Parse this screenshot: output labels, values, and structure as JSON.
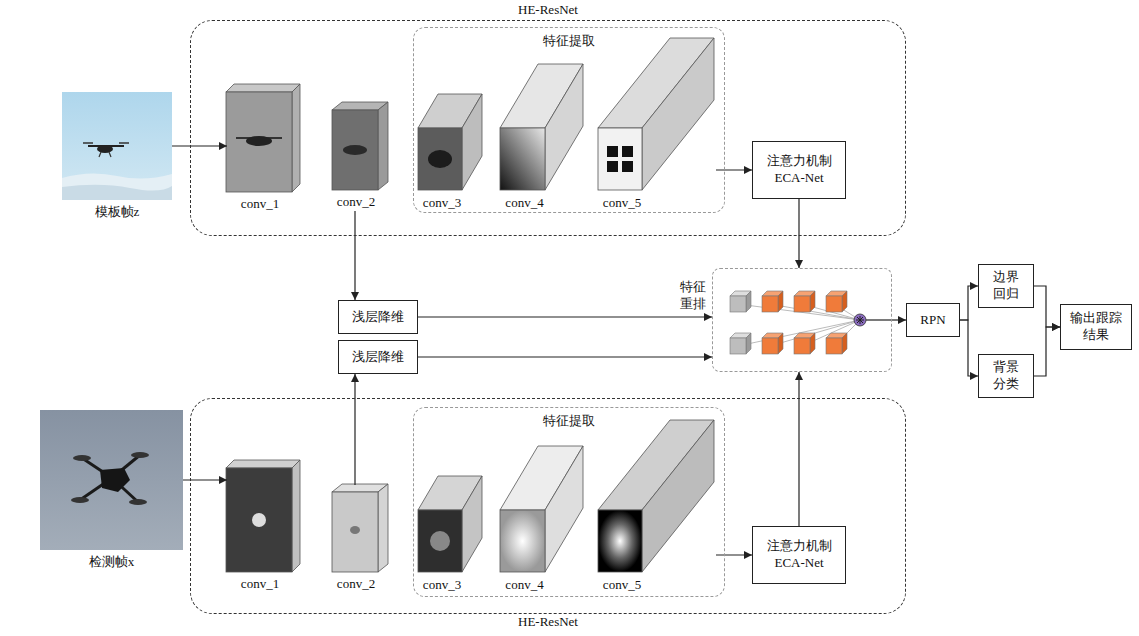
{
  "diagram": {
    "nodes": [
      {
        "text": [
          "模板帧z"
        ]
      },
      {
        "text": [
          "HE-ResNet"
        ]
      },
      {
        "text": [
          "conv_1"
        ],
        "in": 1
      },
      {
        "text": [
          "conv_2"
        ],
        "in": 1
      },
      {
        "text": [
          "特征提取"
        ],
        "in": 1
      },
      {
        "text": [
          "conv_3"
        ],
        "in": 4
      },
      {
        "text": [
          "conv_4"
        ],
        "in": 4
      },
      {
        "text": [
          "conv_5"
        ],
        "in": 4
      },
      {
        "text": [
          "注意力机制 ECA-Net"
        ],
        "in": 1
      },
      {
        "text": [
          "浅层降维"
        ]
      },
      {
        "text": [
          "浅层降维"
        ]
      },
      {
        "text": [
          "特征重排"
        ]
      },
      {
        "text": [
          "RPN"
        ]
      },
      {
        "text": [
          "边界回归"
        ]
      },
      {
        "text": [
          "背景分类"
        ]
      },
      {
        "text": [
          "输出跟踪结果"
        ]
      },
      {
        "text": [
          "检测帧x"
        ]
      },
      {
        "text": [
          "HE-ResNet"
        ]
      },
      {
        "text": [
          "conv_1"
        ],
        "in": 17
      },
      {
        "text": [
          "conv_2"
        ],
        "in": 17
      },
      {
        "text": [
          "特征提取"
        ],
        "in": 17
      },
      {
        "text": [
          "conv_3"
        ],
        "in": 20
      },
      {
        "text": [
          "conv_4"
        ],
        "in": 20
      },
      {
        "text": [
          "conv_5"
        ],
        "in": 20
      },
      {
        "text": [
          "注意力机制 ECA-Net"
        ],
        "in": 17
      }
    ],
    "edges": [
      {
        "from": 0,
        "to": 2,
        "arrow": "to"
      },
      {
        "from": 7,
        "to": 8,
        "arrow": "to"
      },
      {
        "from": 8,
        "to": 11,
        "arrow": "to"
      },
      {
        "from": 3,
        "to": 9,
        "arrow": "to"
      },
      {
        "from": 9,
        "to": 11,
        "arrow": "to"
      },
      {
        "from": 16,
        "to": 18,
        "arrow": "to"
      },
      {
        "from": 23,
        "to": 24,
        "arrow": "to"
      },
      {
        "from": 24,
        "to": 11,
        "arrow": "to"
      },
      {
        "from": 19,
        "to": 10,
        "arrow": "to"
      },
      {
        "from": 10,
        "to": 11,
        "arrow": "to"
      },
      {
        "from": 11,
        "to": 12,
        "arrow": "to"
      },
      {
        "from": 12,
        "to": 13,
        "arrow": "to"
      },
      {
        "from": 12,
        "to": 14,
        "arrow": "to"
      },
      {
        "from": 13,
        "to": 15,
        "arrow": "to"
      },
      {
        "from": 14,
        "to": 15,
        "arrow": "to"
      }
    ]
  }
}
